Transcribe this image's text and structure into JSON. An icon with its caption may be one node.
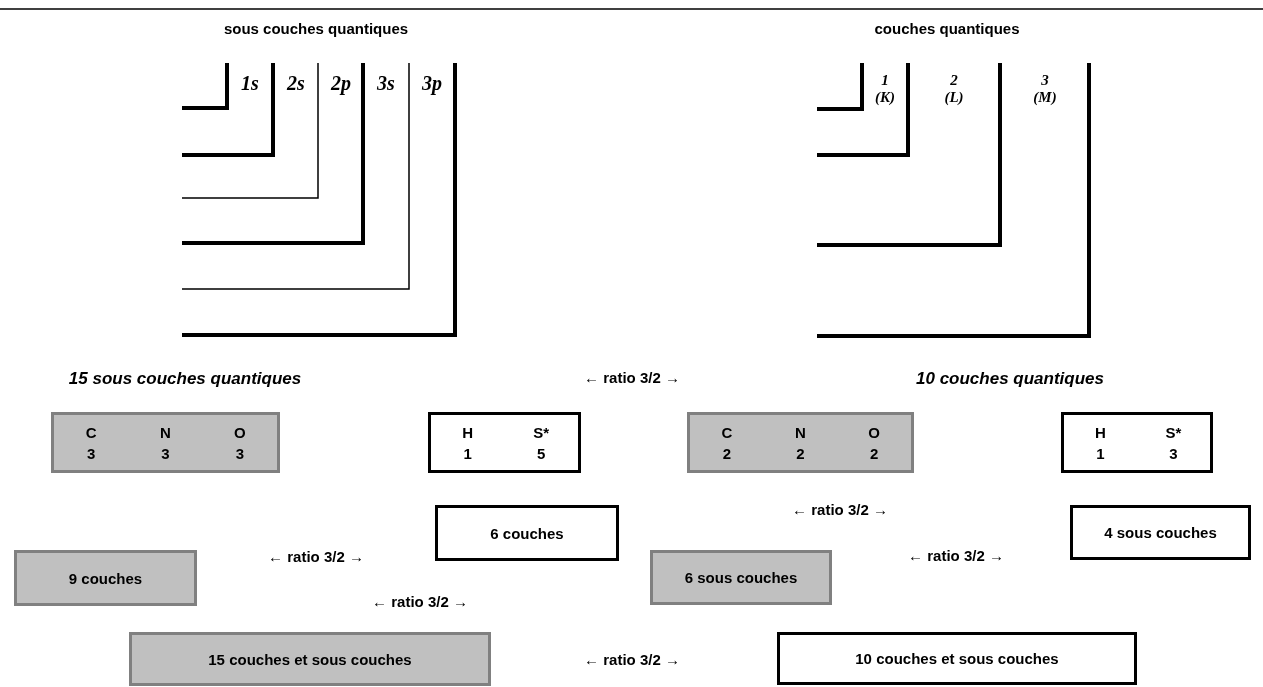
{
  "diagram": {
    "nodes": [
      {
        "text": [
          "C",
          "N",
          "O",
          "3",
          "3",
          "3"
        ]
      },
      {
        "text": [
          "H",
          "S*",
          "1",
          "5"
        ]
      },
      {
        "text": [
          "C",
          "N",
          "O",
          "2",
          "2",
          "2"
        ]
      },
      {
        "text": [
          "H",
          "S*",
          "1",
          "3"
        ]
      },
      {
        "text": [
          "6 couches"
        ]
      },
      {
        "text": [
          "4 sous couches"
        ]
      },
      {
        "text": [
          "9 couches"
        ]
      },
      {
        "text": [
          "6 sous couches"
        ]
      },
      {
        "text": [
          "15 couches et sous couches"
        ]
      },
      {
        "text": [
          "10 couches et sous couches"
        ]
      }
    ],
    "labels": [
      "sous couches quantiques",
      "couches quantiques",
      "1s",
      "2s",
      "2p",
      "3s",
      "3p",
      "1 (K)",
      "2 (L)",
      "3 (M)",
      "15 sous couches quantiques",
      "← ratio 3/2 →",
      "10 couches quantiques",
      "← ratio 3/2 →",
      "← ratio 3/2 →",
      "← ratio 3/2 →",
      "← ratio 3/2 →",
      "← ratio 3/2 →"
    ]
  }
}
